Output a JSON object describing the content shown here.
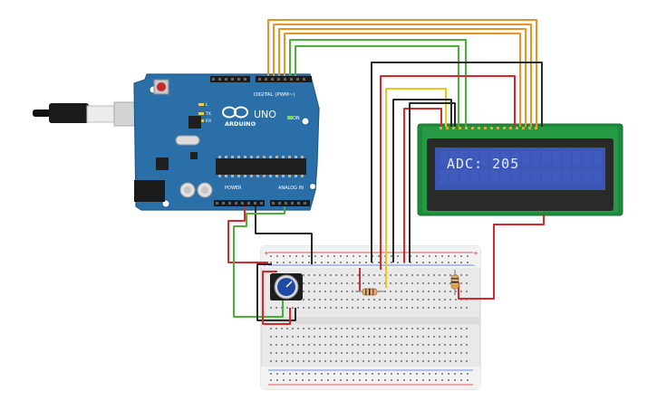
{
  "arduino": {
    "brand": "ARDUINO",
    "model": "UNO",
    "header_digital": "DIGITAL (PWM~)",
    "header_power": "POWER",
    "header_analog": "ANALOG IN",
    "on_label": "ON",
    "led_l": "L",
    "led_tx": "TX",
    "led_rx": "RX",
    "board_color": "#2b6fa8"
  },
  "lcd": {
    "display_text": "ADC: 205",
    "screen_color": "#3b56b6",
    "pcb_color": "#1f8a3c"
  },
  "breadboard": {
    "plus_label": "+",
    "minus_label": "-"
  },
  "components": {
    "potentiometer": "potentiometer",
    "resistor_1": "resistor",
    "resistor_2": "resistor"
  },
  "wire_colors": {
    "orange": "#e8922a",
    "green": "#4caf38",
    "red": "#d9272e",
    "black": "#2a2a2a",
    "yellow": "#ecc61d"
  }
}
